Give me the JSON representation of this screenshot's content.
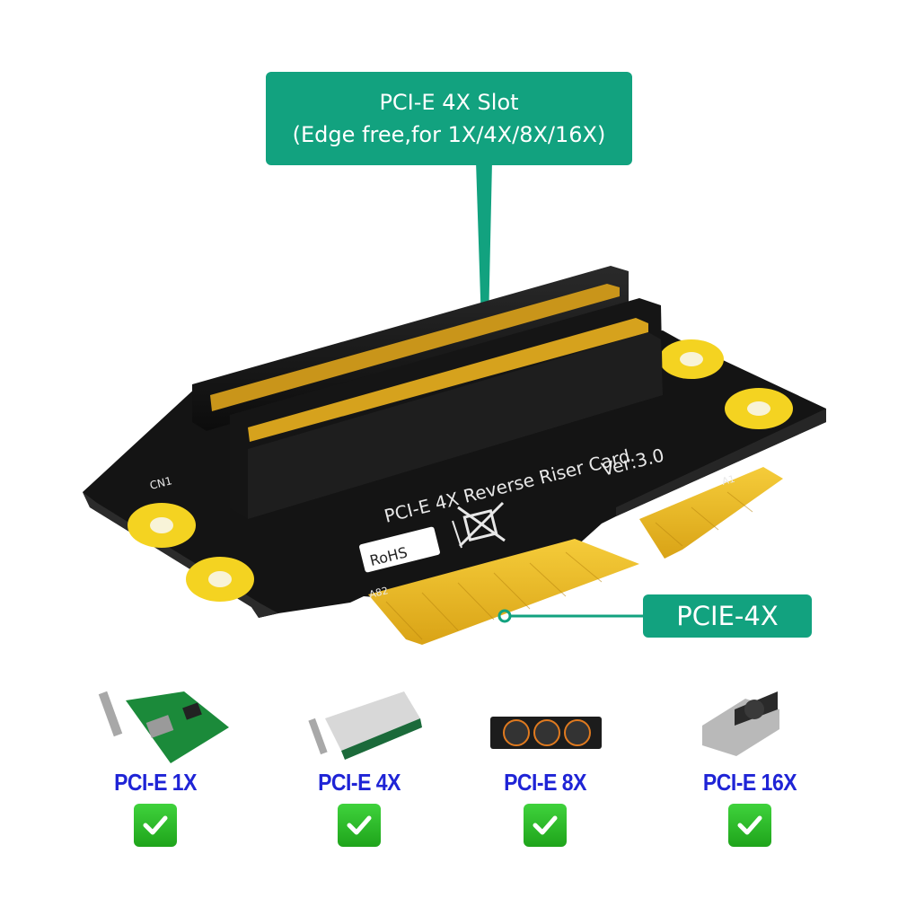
{
  "callouts": {
    "slot_line1": "PCI-E 4X Slot",
    "slot_line2": "(Edge free,for 1X/4X/8X/16X)",
    "edge": "PCIE-4X"
  },
  "board": {
    "title": "PCI-E 4X Reverse  Riser  Card",
    "version": "Ver:3.0",
    "cn1": "CN1",
    "a1": "A1",
    "a82": "A82",
    "rohs": "RoHS",
    "colors": {
      "pcb": "#141414",
      "gold": "#e8b923",
      "hole": "#f4d321",
      "callout": "#12a27f"
    }
  },
  "compat": [
    {
      "label": "PCI-E 1X",
      "icon": "check-icon"
    },
    {
      "label": "PCI-E 4X",
      "icon": "check-icon"
    },
    {
      "label": "PCI-E 8X",
      "icon": "check-icon"
    },
    {
      "label": "PCI-E 16X",
      "icon": "check-icon"
    }
  ]
}
